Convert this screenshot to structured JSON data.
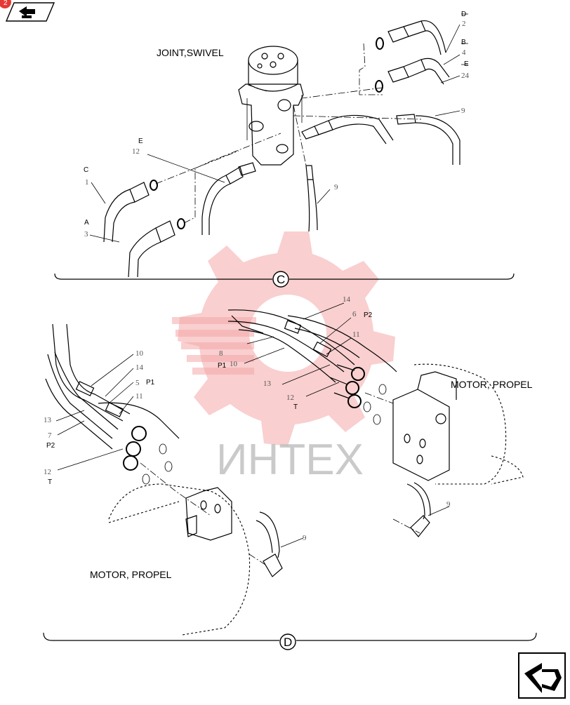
{
  "toolbar": {
    "badge": "2"
  },
  "watermark": {
    "text": "ИНТЕХ"
  },
  "section_c": {
    "title": "JOINT,SWIVEL",
    "marker": "C",
    "callouts": [
      {
        "letter": "D",
        "number": "2"
      },
      {
        "letter": "B",
        "number": "4"
      },
      {
        "letter": "E",
        "number": "24"
      },
      {
        "letter": "",
        "number": "9"
      },
      {
        "letter": "E",
        "number": "12"
      },
      {
        "letter": "C",
        "number": "1"
      },
      {
        "letter": "A",
        "number": "3"
      },
      {
        "letter": "",
        "number": "9"
      }
    ]
  },
  "section_d": {
    "marker": "D",
    "motor_label_right": "MOTOR, PROPEL",
    "motor_label_left": "MOTOR, PROPEL",
    "callouts_right": [
      {
        "letter": "",
        "number": "14"
      },
      {
        "letter": "P2",
        "number": "6"
      },
      {
        "letter": "",
        "number": "11"
      },
      {
        "letter": "P1",
        "number": "8"
      },
      {
        "letter": "",
        "number": "10"
      },
      {
        "letter": "",
        "number": "13"
      },
      {
        "letter": "T",
        "number": "12"
      },
      {
        "letter": "",
        "number": "9"
      }
    ],
    "callouts_left": [
      {
        "letter": "",
        "number": "10"
      },
      {
        "letter": "",
        "number": "14"
      },
      {
        "letter": "P1",
        "number": "5"
      },
      {
        "letter": "",
        "number": "11"
      },
      {
        "letter": "",
        "number": "13"
      },
      {
        "letter": "P2",
        "number": "7"
      },
      {
        "letter": "T",
        "number": "12"
      },
      {
        "letter": "",
        "number": "9"
      }
    ]
  },
  "icons": {
    "top_nav": "back-arrow-icon",
    "bottom_nav": "next-page-arrow-icon"
  }
}
